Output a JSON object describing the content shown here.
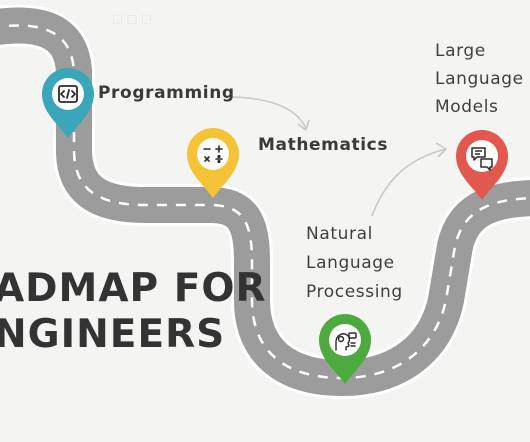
{
  "labels": {
    "programming": "Programming",
    "mathematics": "Mathematics",
    "nlp_line1": "Natural",
    "nlp_line2": "Language",
    "nlp_line3": "Processing",
    "llm_line1": "Large",
    "llm_line2": "Language",
    "llm_line3": "Models"
  },
  "title": {
    "line1": "ADMAP FOR",
    "line2": "NGINEERS"
  },
  "colors": {
    "background": "#f4f4f2",
    "road": "#9c9c9c",
    "road_edge": "#ffffff",
    "road_dash": "#ffffff",
    "pin_programming": "#3aa6b9",
    "pin_mathematics": "#f5c338",
    "pin_nlp": "#4daa3e",
    "pin_llm": "#e2584e",
    "arrow": "#c8c8c8",
    "text": "#3f3f3f"
  },
  "icons": {
    "programming": "code-brackets-icon",
    "mathematics": "math-operators-icon",
    "nlp": "speaking-head-icon",
    "llm": "chat-bubbles-icon"
  }
}
